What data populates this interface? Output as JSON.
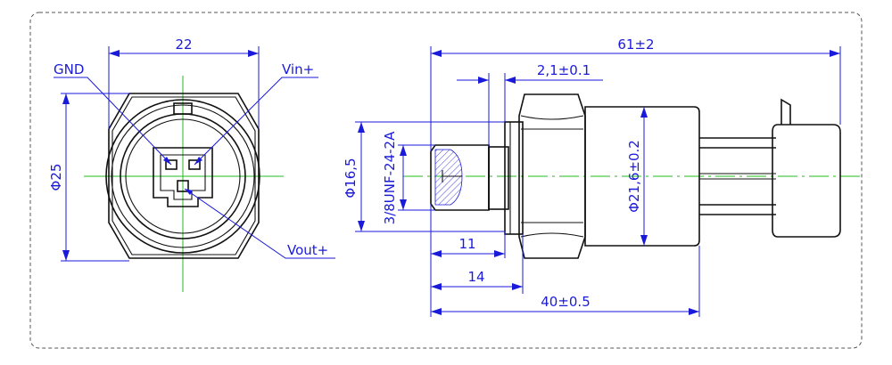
{
  "front_view": {
    "dim_width": "22",
    "dim_height": "Φ25",
    "labels": {
      "gnd": "GND",
      "vin": "Vin+",
      "vout": "Vout+"
    }
  },
  "side_view": {
    "dim_overall_length": "61±2",
    "dim_step": "2,1±0.1",
    "dim_thread_dia": "Φ16,5",
    "dim_thread_spec": "3/8UNF-24-2A",
    "dim_body_dia": "Φ21,6±0.2",
    "dim_thread_len": "11",
    "dim_port_len": "14",
    "dim_body_len": "40±0.5"
  },
  "colors": {
    "dimension": "#1a1adb",
    "centerline": "#1fbf1f",
    "object": "#111111"
  }
}
